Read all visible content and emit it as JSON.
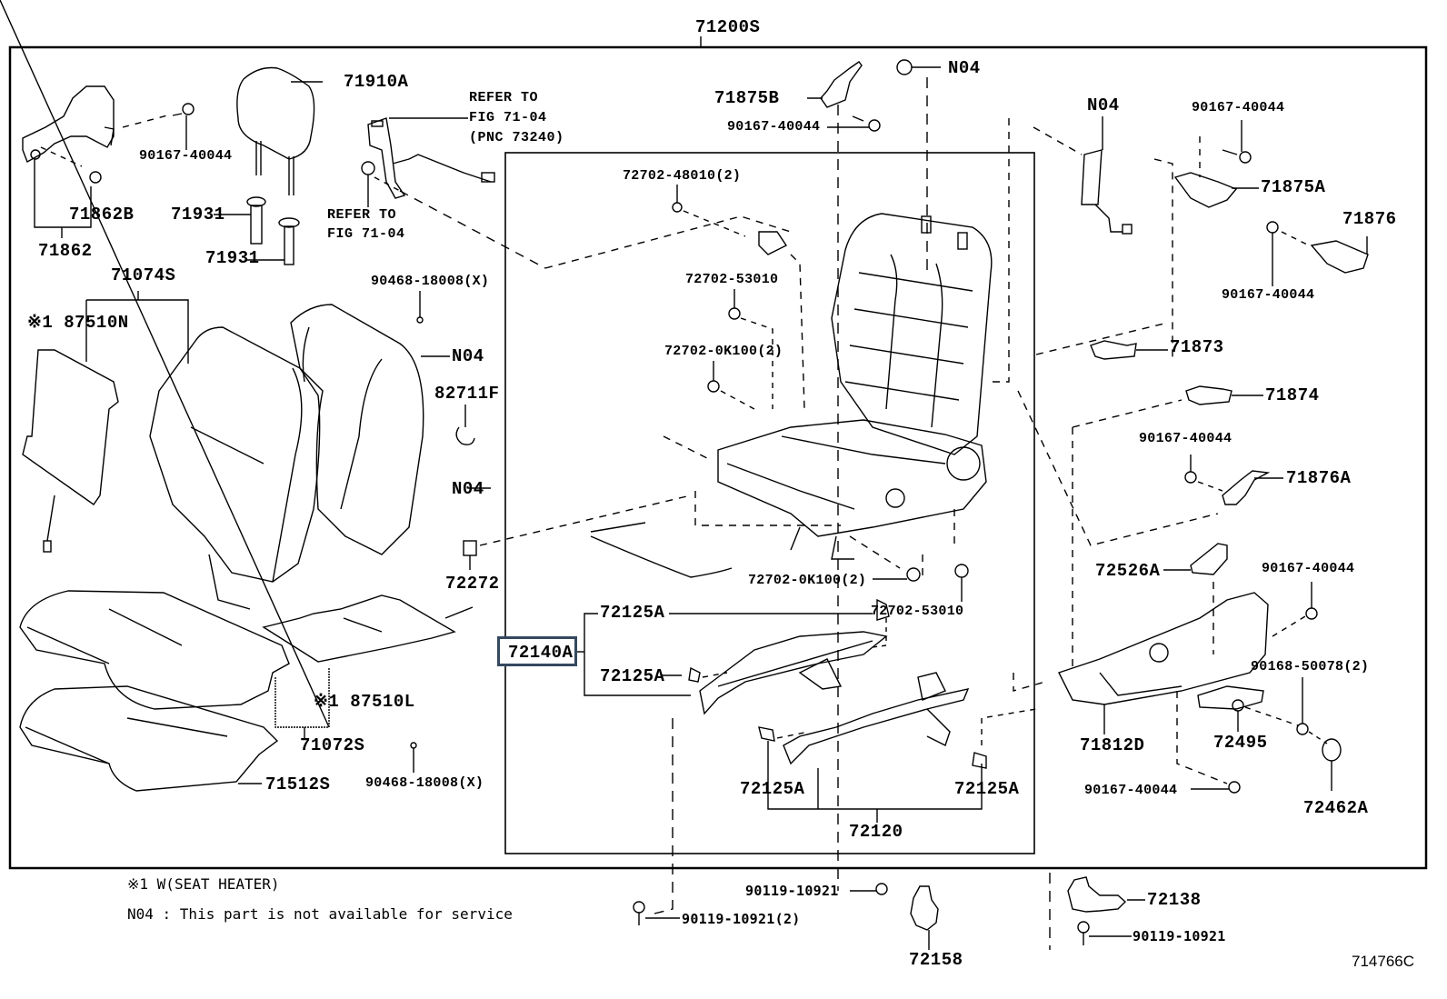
{
  "figure": {
    "title": "71200S",
    "figure_code": "714766C",
    "highlight_color": "#34495e"
  },
  "labels": {
    "l71200S": "71200S",
    "l71910A": "71910A",
    "l90167_a": "90167-40044",
    "l71862B": "71862B",
    "l71862": "71862",
    "l71931_a": "71931",
    "l71931_b": "71931",
    "refer1_a": "REFER TO",
    "refer1_b": "FIG 71-04",
    "refer1_c": "(PNC 73240)",
    "refer2_a": "REFER TO",
    "refer2_b": "FIG 71-04",
    "l71074S": "71074S",
    "l87510N": "※1 87510N",
    "l90468_a": "90468-18008(X)",
    "lN04_seatback": "N04",
    "l82711F": "82711F",
    "lN04_mid": "N04",
    "l72272": "72272",
    "l87510L": "※1 87510L",
    "l71072S": "71072S",
    "l71512S": "71512S",
    "l90468_b": "90468-18008(X)",
    "l71875B": "71875B",
    "l90167_b": "90167-40044",
    "lN04_top": "N04",
    "l72702_48010": "72702-48010(2)",
    "l72702_53010_a": "72702-53010",
    "l72702_0K100_a": "72702-0K100(2)",
    "l72702_0K100_b": "72702-0K100(2)",
    "l72702_53010_b": "72702-53010",
    "l72125A_1": "72125A",
    "l72140A": "72140A",
    "l72125A_2": "72125A",
    "l72125A_3": "72125A",
    "l72125A_4": "72125A",
    "l72120": "72120",
    "lN04_right": "N04",
    "l90167_c": "90167-40044",
    "l71875A": "71875A",
    "l71876": "71876",
    "l90167_d": "90167-40044",
    "l71873": "71873",
    "l71874": "71874",
    "l90167_e": "90167-40044",
    "l71876A": "71876A",
    "l72526A": "72526A",
    "l90167_f": "90167-40044",
    "l90168": "90168-50078(2)",
    "l71812D": "71812D",
    "l72495": "72495",
    "l90167_g": "90167-40044",
    "l72462A": "72462A",
    "l90119_a": "90119-10921",
    "l90119_b": "90119-10921(2)",
    "l72158": "72158",
    "l72138": "72138",
    "l90119_c": "90119-10921"
  },
  "notes": {
    "note1": "※1 W(SEAT HEATER)",
    "note2": "N04 : This part is not available for service"
  }
}
